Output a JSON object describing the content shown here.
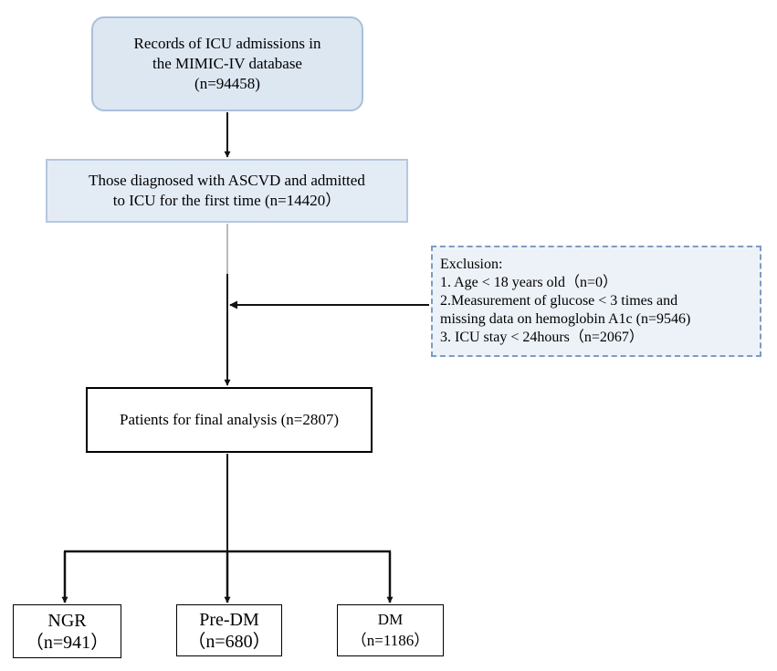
{
  "records": {
    "lines": [
      "Records of ICU admissions in",
      "the MIMIC-IV database",
      "(n=94458)"
    ]
  },
  "ascvd": {
    "lines": [
      "Those diagnosed with ASCVD and admitted",
      "to ICU for the first time (n=14420）"
    ]
  },
  "exclusion": {
    "lines": [
      "Exclusion:",
      " 1. Age < 18 years old（n=0）",
      " 2.Measurement of glucose < 3 times and",
      "missing data on hemoglobin A1c (n=9546)",
      " 3. ICU stay < 24hours（n=2067）"
    ]
  },
  "final": {
    "lines": [
      "Patients for final analysis (n=2807)"
    ]
  },
  "groups": {
    "ngr": {
      "name": "NGR",
      "count": "（n=941）"
    },
    "predm": {
      "name": "Pre-DM",
      "count": "（n=680）"
    },
    "dm": {
      "name": "DM",
      "count": "（n=1186）"
    }
  },
  "colors": {
    "box_fill": "#dde7f2",
    "box_border": "#a9c0da",
    "exclusion_fill": "#edf2f8",
    "exclusion_border": "#7e9cc2",
    "connector_dark": "#111111",
    "connector_light": "#bbbbbb"
  }
}
